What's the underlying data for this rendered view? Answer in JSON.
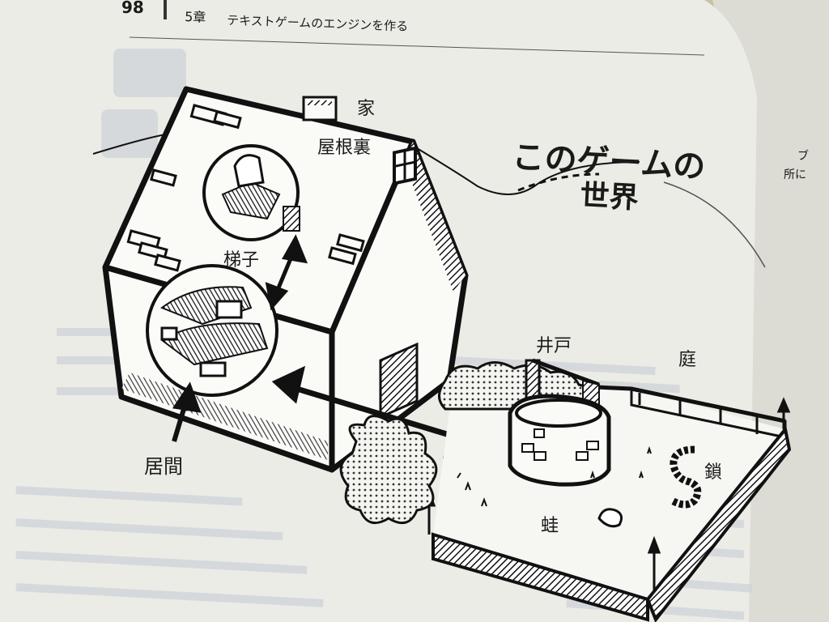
{
  "header": {
    "page_number": "98",
    "chapter": "5章",
    "chapter_title": "テキストゲームのエンジンを作る"
  },
  "illustration": {
    "title_line1": "このゲームの",
    "title_line2": "世界",
    "labels": {
      "house": "家",
      "attic": "屋根裏",
      "ladder": "梯子",
      "living_room": "居間",
      "well": "井戸",
      "garden": "庭",
      "chain": "鎖",
      "frog": "蛙"
    }
  },
  "right_page": {
    "fragment_1": "ブ",
    "fragment_2": "所に"
  },
  "colors": {
    "paper": "#ecece6",
    "ink": "#151515",
    "background_table": "#cbbfa6",
    "faint_text": "#c9cdd2"
  }
}
